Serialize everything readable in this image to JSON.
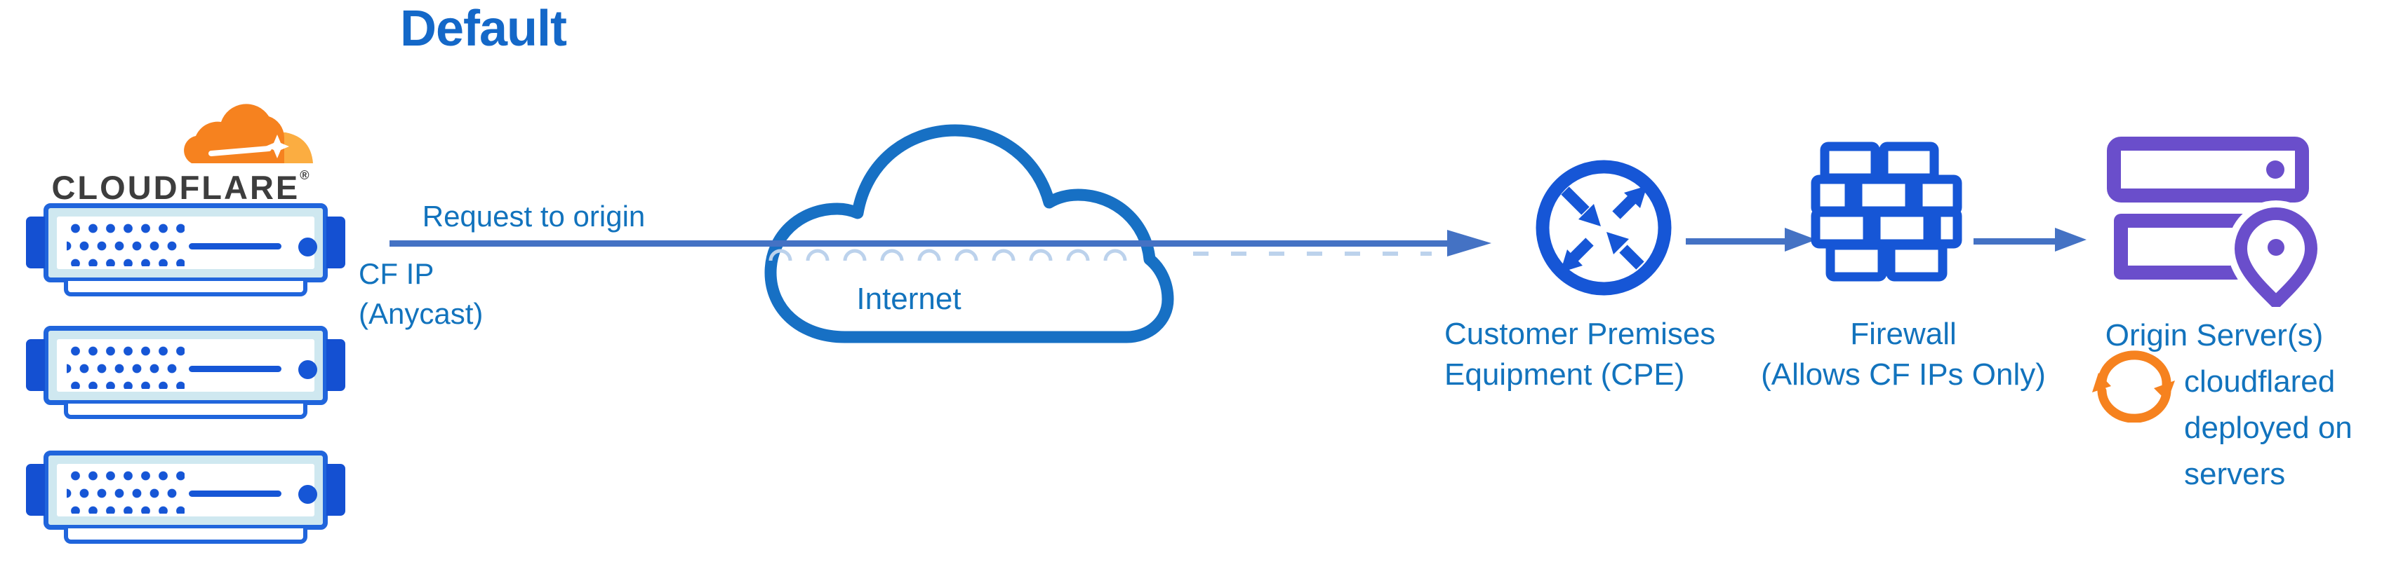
{
  "title": "Default",
  "colors": {
    "title_blue": "#1468C8",
    "label_blue": "#1273BD",
    "icon_blue": "#1656D6",
    "server_border": "#2065DC",
    "tab_blue": "#1450D2",
    "pale_blue": "#CFE8F0",
    "connector": "#4472C4",
    "scallop": "#BCD2EC",
    "cloud_blue": "#1770C4",
    "purple": "#6A4ECB",
    "orange": "#F6821F",
    "orange_light": "#FBAD41",
    "wordmark": "#3D3D3D"
  },
  "cloudflare": {
    "wordmark": "CLOUDFLARE",
    "registered": "®"
  },
  "request_arrow": {
    "label": "Request to origin",
    "sublabel_line1": "CF IP",
    "sublabel_line2": "(Anycast)"
  },
  "internet": {
    "label": "Internet"
  },
  "cpe": {
    "label_line1": "Customer Premises",
    "label_line2": "Equipment (CPE)"
  },
  "firewall": {
    "label_line1": "Firewall",
    "label_line2": "(Allows CF IPs Only)"
  },
  "origin": {
    "label": "Origin Server(s)",
    "note_line1": "cloudflared",
    "note_line2": "deployed on",
    "note_line3": "servers"
  }
}
